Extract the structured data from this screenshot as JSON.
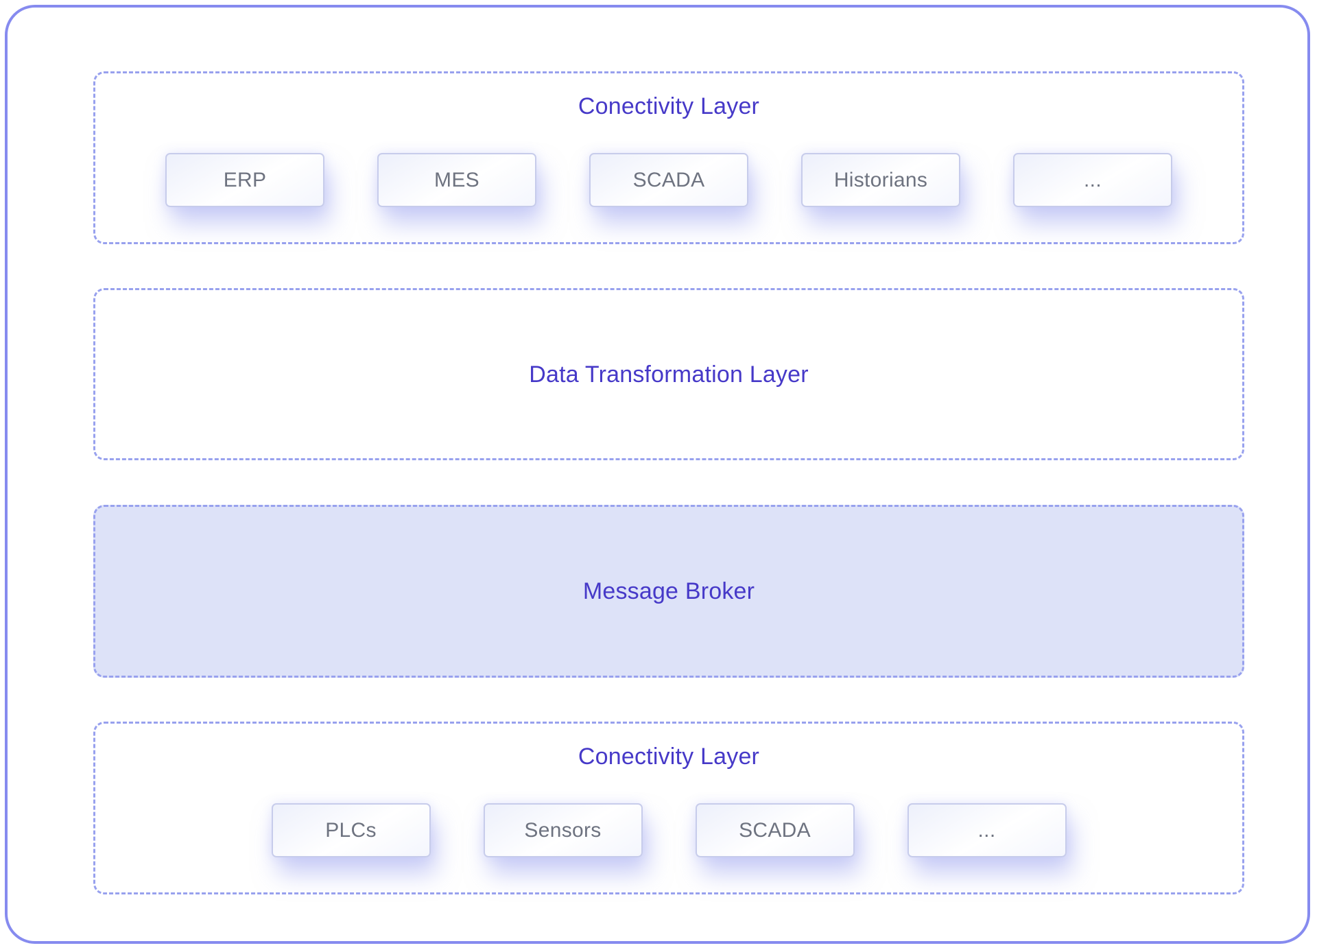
{
  "diagram": {
    "sections": [
      {
        "id": "connectivity-top",
        "title": "Conectivity Layer",
        "items": [
          "ERP",
          "MES",
          "SCADA",
          "Historians",
          "..."
        ]
      },
      {
        "id": "data-transformation",
        "title": "Data Transformation Layer",
        "items": []
      },
      {
        "id": "message-broker",
        "title": "Message Broker",
        "items": [],
        "highlighted": true
      },
      {
        "id": "connectivity-bottom",
        "title": "Conectivity Layer",
        "items": [
          "PLCs",
          "Sensors",
          "SCADA",
          "..."
        ]
      }
    ],
    "colors": {
      "accent_text": "#4639c8",
      "dashed_border": "#98a1ee",
      "outer_border": "#868bef",
      "broker_fill": "#dde2f8",
      "box_border": "#c7cceb",
      "box_text": "#6e7380"
    }
  }
}
